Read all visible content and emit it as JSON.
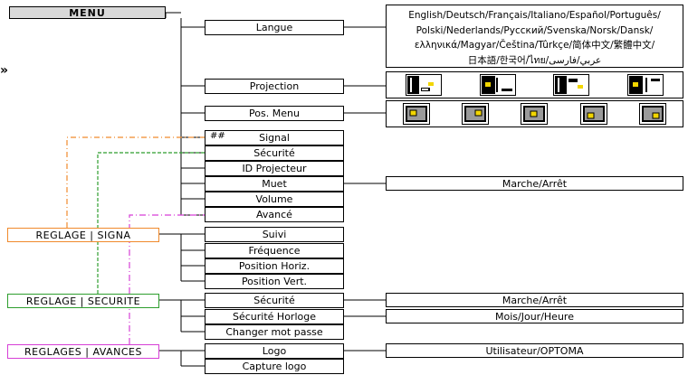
{
  "menu_title": "MENU",
  "side_arrow": "»",
  "categories": {
    "signal": "REGLAGE | SIGNA",
    "security": "REGLAGE | SECURITE",
    "advanced": "REGLAGES | AVANCES"
  },
  "menu_items": {
    "langue": "Langue",
    "projection": "Projection",
    "pos_menu": "Pos. Menu",
    "signal": "Signal",
    "signal_prefix": "##",
    "securite": "Sécurité",
    "id_projecteur": "ID Projecteur",
    "muet": "Muet",
    "volume": "Volume",
    "avance": "Avancé"
  },
  "signal_items": {
    "suivi": "Suivi",
    "frequence": "Fréquence",
    "position_horiz": "Position Horiz.",
    "position_vert": "Position Vert."
  },
  "security_items": {
    "securite": "Sécurité",
    "securite_horloge": "Sécurité Horloge",
    "changer_mot_passe": "Changer mot passe"
  },
  "advanced_items": {
    "logo": "Logo",
    "capture_logo": "Capture logo"
  },
  "values": {
    "languages": [
      "English/Deutsch/Français/Italiano/Español/Português/",
      "Polski/Nederlands/Русский/Svenska/Norsk/Dansk/",
      "ελληνικά/Magyar/Čeština/Tûrkçe/简体中文/繁體中文/",
      "日本語/한국어/ไทย/عربي/فارسی"
    ],
    "muet": "Marche/Arrêt",
    "securite": "Marche/Arrêt",
    "horloge": "Mois/Jour/Heure",
    "logo": "Utilisateur/OPTOMA"
  },
  "icons": {
    "projection": [
      "front-desktop-icon",
      "rear-desktop-icon",
      "front-ceiling-icon",
      "rear-ceiling-icon"
    ],
    "pos_menu": [
      "top-left-icon",
      "top-right-icon",
      "center-icon",
      "bottom-left-icon",
      "bottom-right-icon"
    ]
  },
  "colors": {
    "signal_category": "#f08a2c",
    "security_category": "#2e9e2e",
    "advanced_category": "#d63fd6"
  }
}
